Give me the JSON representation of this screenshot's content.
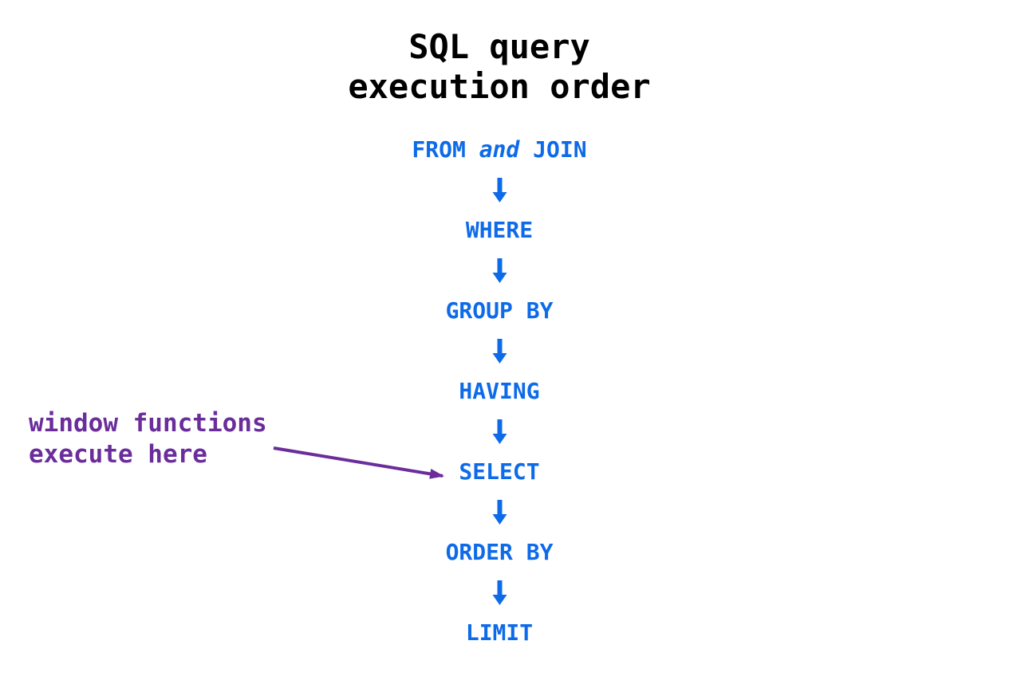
{
  "title": {
    "line1": "SQL query",
    "line2": "execution order"
  },
  "flow": {
    "steps": [
      {
        "label": "FROM and JOIN",
        "prefix": "FROM ",
        "emphasis": "and",
        "suffix": " JOIN"
      },
      {
        "label": "WHERE"
      },
      {
        "label": "GROUP BY"
      },
      {
        "label": "HAVING"
      },
      {
        "label": "SELECT"
      },
      {
        "label": "ORDER BY"
      },
      {
        "label": "LIMIT"
      }
    ]
  },
  "annotation": {
    "line1": "window functions",
    "line2": "execute here"
  },
  "colors": {
    "step": "#0d6ae8",
    "annotation": "#6a2d9b",
    "title": "#000000"
  }
}
